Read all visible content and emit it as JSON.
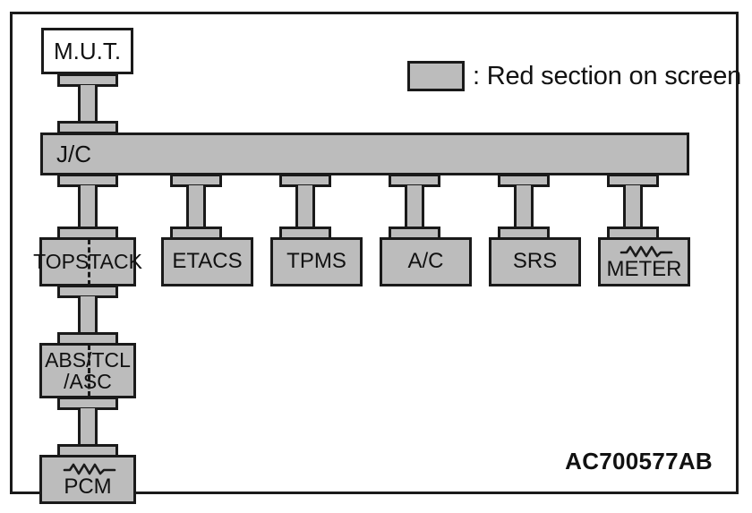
{
  "diagram": {
    "title_code": "AC700577AB",
    "legend": {
      "swatch_name": "gray-swatch",
      "text": ": Red section on screen",
      "swatch_color": "#bcbcbc"
    },
    "colors": {
      "highlight_gray": "#bcbcbc",
      "line_black": "#1a1a1a",
      "plain_white": "#ffffff"
    },
    "nodes": {
      "mut": {
        "label": "M.U.T.",
        "filled": "white"
      },
      "jc": {
        "label": "J/C",
        "filled": "gray"
      },
      "tops_tack": {
        "label_left": "TOPS",
        "label_right": "TACK",
        "filled": "gray"
      },
      "etacs": {
        "label": "ETACS",
        "filled": "gray"
      },
      "tpms": {
        "label": "TPMS",
        "filled": "gray"
      },
      "ac": {
        "label": "A/C",
        "filled": "gray"
      },
      "srs": {
        "label": "SRS",
        "filled": "gray"
      },
      "meter": {
        "label": "METER",
        "filled": "gray",
        "icon": "resistor-icon"
      },
      "abs_tcl_asc": {
        "label_line1": "ABS/TCL",
        "label_line2": "/ASC",
        "filled": "gray"
      },
      "pcm": {
        "label": "PCM",
        "filled": "gray",
        "icon": "resistor-icon"
      }
    }
  }
}
